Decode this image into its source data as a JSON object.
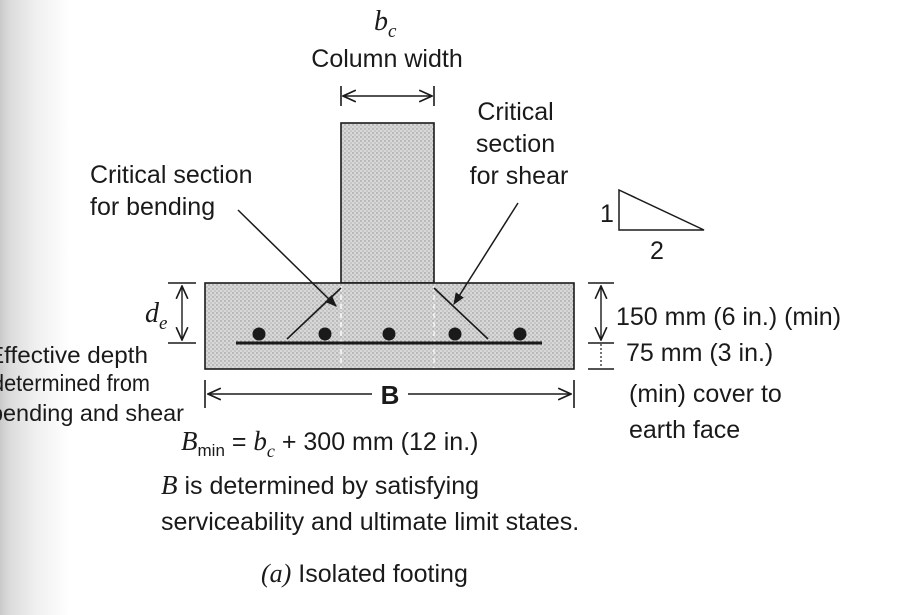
{
  "column": {
    "symbol": "b",
    "subscript": "c",
    "label": "Column width"
  },
  "critical_bending": {
    "line1": "Critical section",
    "line2": "for bending"
  },
  "critical_shear": {
    "line1": "Critical",
    "line2": "section",
    "line3": "for shear"
  },
  "slope": {
    "rise": "1",
    "run": "2"
  },
  "effective_depth": {
    "symbol": "d",
    "subscript": "e",
    "line1": "Effective depth",
    "line2": "determined from",
    "line3": "bending and shear"
  },
  "footing_width_label": "B",
  "min_thickness_label": "150 mm (6 in.) (min)",
  "cover": {
    "line1": "75 mm (3 in.)",
    "line2": "(min) cover to",
    "line3": "earth face"
  },
  "bmin": {
    "symbol": "B",
    "subscript": "min",
    "eq": " = ",
    "bc_symbol": "b",
    "bc_subscript": "c",
    "rest": " + 300 mm (12 in.)"
  },
  "b_note": {
    "symbol": "B",
    "line1_rest": " is determined by satisfying",
    "line2": "serviceability and ultimate limit states."
  },
  "caption": {
    "tag": "(a)",
    "text": " Isolated footing"
  },
  "colors": {
    "ink": "#1a1a1a",
    "concrete_fill": "#cfcfcf",
    "rebar": "#1a1a1a"
  }
}
